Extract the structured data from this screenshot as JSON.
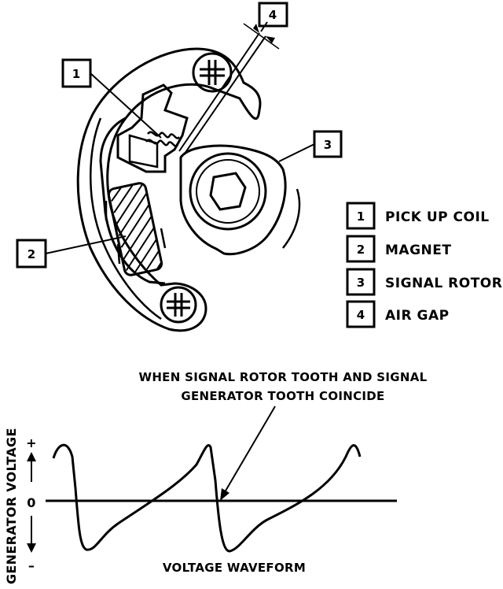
{
  "callouts": [
    {
      "number": "1"
    },
    {
      "number": "2"
    },
    {
      "number": "3"
    },
    {
      "number": "4"
    }
  ],
  "legend": [
    {
      "number": "1",
      "label": "PICK UP COIL"
    },
    {
      "number": "2",
      "label": "MAGNET"
    },
    {
      "number": "3",
      "label": "SIGNAL ROTOR"
    },
    {
      "number": "4",
      "label": "AIR GAP"
    }
  ],
  "waveform": {
    "annotation_line1": "WHEN SIGNAL ROTOR TOOTH AND SIGNAL",
    "annotation_line2": "GENERATOR TOOTH COINCIDE",
    "y_axis_label": "GENERATOR VOLTAGE",
    "plus_label": "+",
    "zero_label": "0",
    "minus_label": "–",
    "caption": "VOLTAGE WAVEFORM"
  }
}
